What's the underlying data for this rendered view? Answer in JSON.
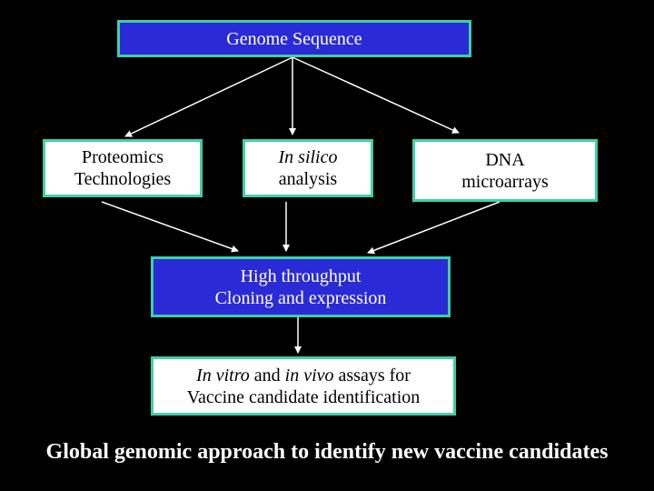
{
  "top_box": {
    "label": "Genome Sequence"
  },
  "proteomics": {
    "line1": "Proteomics",
    "line2": "Technologies"
  },
  "insilico": {
    "line1": "In silico",
    "line2": "analysis"
  },
  "dna": {
    "line1": "DNA",
    "line2": "microarrays"
  },
  "htp": {
    "line1": "High throughput",
    "line2": "Cloning and expression"
  },
  "assays": {
    "in_vitro": "In vitro",
    "and": " and ",
    "in_vivo": "in vivo",
    "rest": " assays for",
    "line2": "Vaccine candidate identification"
  },
  "caption": "Global genomic approach to identify new vaccine candidates",
  "colors": {
    "border": "#3fd0a8",
    "blue": "#2a2ad6",
    "background": "#000000"
  }
}
